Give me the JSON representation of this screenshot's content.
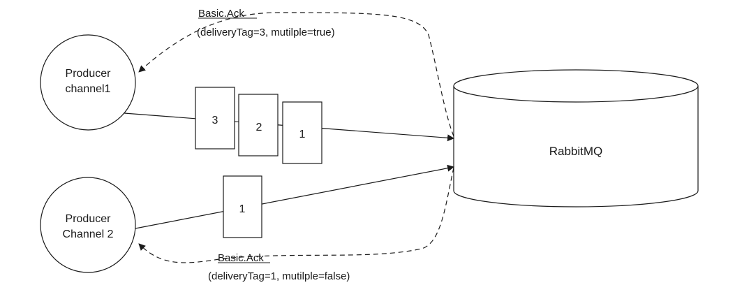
{
  "nodes": {
    "producer1": {
      "line1": "Producer",
      "line2": "channel1"
    },
    "producer2": {
      "line1": "Producer",
      "line2": "Channel 2"
    },
    "broker": {
      "label": "RabbitMQ"
    }
  },
  "messages": {
    "channel1": [
      "3",
      "2",
      "1"
    ],
    "channel2": [
      "1"
    ]
  },
  "acks": {
    "ack1": {
      "title": "Basic.Ack",
      "detail": "(deliveryTag=3, mutilple=true)"
    },
    "ack2": {
      "title": "Basic.Ack",
      "detail": "(deliveryTag=1, mutilple=false)"
    }
  },
  "colors": {
    "stroke": "#1a1a1a",
    "background": "#ffffff"
  }
}
